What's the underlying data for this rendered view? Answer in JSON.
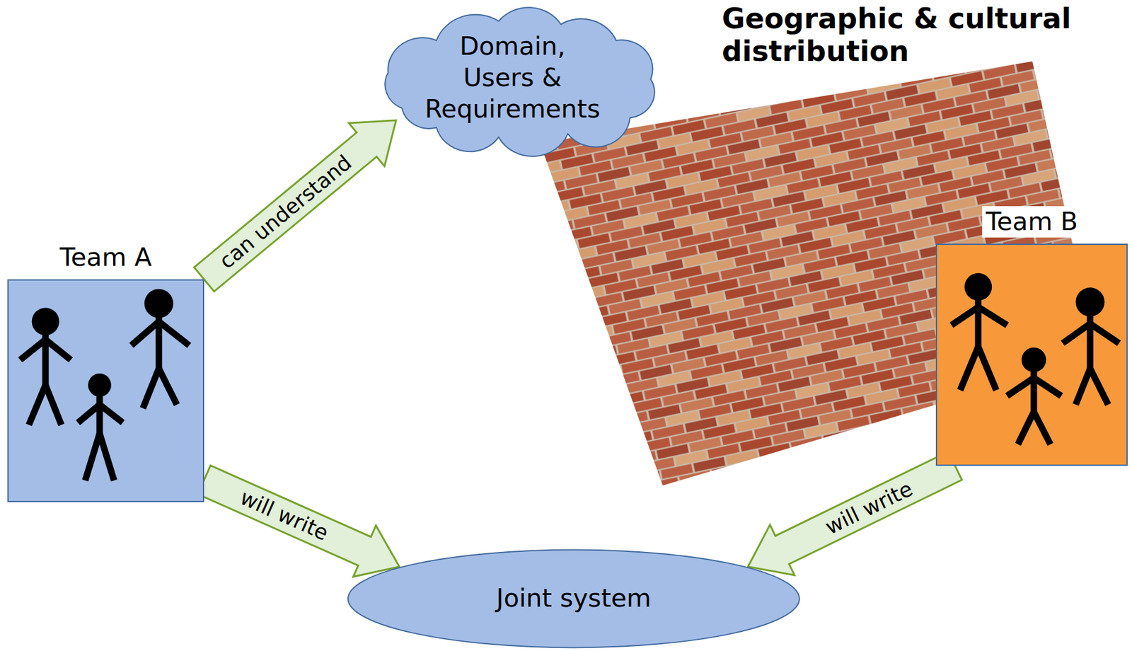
{
  "diagram": {
    "nodes": [
      {
        "text": [
          "Domain, Users & Requirements"
        ]
      },
      {
        "text": [
          "Team A"
        ]
      },
      {
        "text": [
          "Team B"
        ]
      },
      {
        "text": [
          "Joint system"
        ]
      }
    ],
    "edges": [
      {
        "from": 1,
        "to": 0,
        "label": "can understand",
        "arrow": "to"
      },
      {
        "from": 1,
        "to": 3,
        "label": "will write",
        "arrow": "to"
      },
      {
        "from": 2,
        "to": 3,
        "label": "will write",
        "arrow": "to"
      }
    ],
    "labels": [
      "Geographic & cultural distribution"
    ]
  }
}
